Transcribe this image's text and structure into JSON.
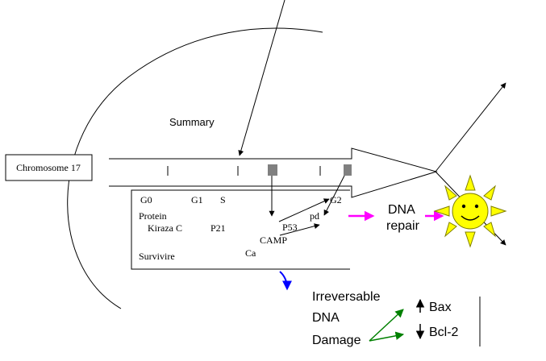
{
  "diagram": {
    "summary_label": "Summary",
    "chromosome_label": "Chromosome 17",
    "phases": {
      "g0": "G0",
      "g1": "G1",
      "s": "S",
      "g2": "G2"
    },
    "molecules": {
      "protein": "Protein",
      "kiraza": "Kiraza C",
      "p21": "P21",
      "p53": "P53",
      "pd": "pd",
      "camp": "CAMP",
      "ca": "Ca",
      "survivire": "Survivire"
    },
    "dna_repair": {
      "line1": "DNA",
      "line2": "repair"
    },
    "damage": {
      "line1": "Irreversable",
      "line2": "DNA",
      "line3": "Damage"
    },
    "apoptosis": {
      "bax": "Bax",
      "bcl2": "Bcl-2"
    },
    "colors": {
      "line": "#000000",
      "repair_arrow": "#ff00ff",
      "damage_arrow": "#008000",
      "curve_arrow": "#0000ff",
      "sun_fill": "#ffff00",
      "sun_stroke": "#808000"
    },
    "icons": [
      "smiley-sun-icon",
      "up-arrow-icon",
      "down-arrow-icon"
    ]
  }
}
